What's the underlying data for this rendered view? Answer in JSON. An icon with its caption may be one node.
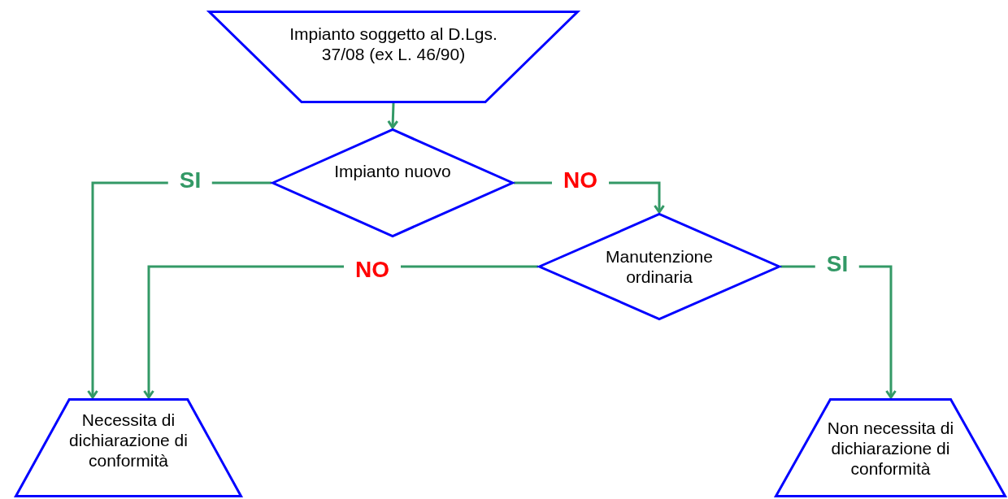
{
  "diagram": {
    "nodes": [
      {
        "text": [
          "Impianto soggetto al D.Lgs. 37/08 (ex L. 46/90)"
        ]
      },
      {
        "text": [
          "Impianto nuovo"
        ]
      },
      {
        "text": [
          "Manutenzione ordinaria"
        ]
      },
      {
        "text": [
          "Necessita di dichiarazione di conformità"
        ]
      },
      {
        "text": [
          "Non necessita di dichiarazione di conformità"
        ]
      }
    ],
    "edges": [
      {
        "from": 0,
        "to": 1,
        "arrow": "to"
      },
      {
        "from": 1,
        "to": 3,
        "arrow": "to",
        "label": "SI"
      },
      {
        "from": 1,
        "to": 2,
        "arrow": "to",
        "label": "NO"
      },
      {
        "from": 2,
        "to": 3,
        "arrow": "to",
        "label": "NO"
      },
      {
        "from": 2,
        "to": 4,
        "arrow": "to",
        "label": "SI"
      }
    ]
  }
}
